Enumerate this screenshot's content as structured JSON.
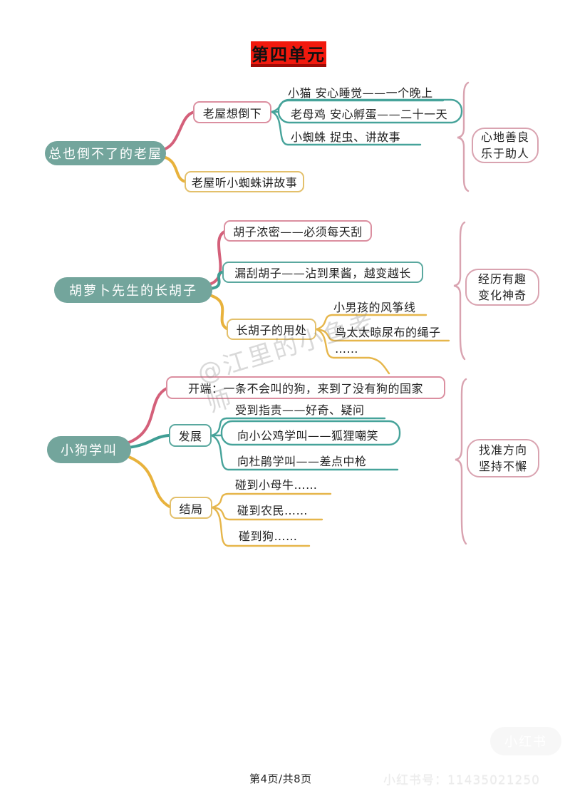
{
  "title": {
    "text": "第四单元"
  },
  "watermark": {
    "line1": "@江里的小鱼老",
    "line2": "师"
  },
  "footer": {
    "page_indicator": "第4页/共8页",
    "xhs_id": "小红书号：11435021250",
    "xhs_logo": "小红书"
  },
  "colors": {
    "title_bg": "#f2190d",
    "root_fill": "#73a59c",
    "branch_pink": "#d4607a",
    "branch_teal": "#3f9e94",
    "branch_yellow": "#e8b23c",
    "soft_pink": "#d9a3b0"
  },
  "maps": [
    {
      "root": "总也倒不了的老屋",
      "branch1": {
        "label": "老屋想倒下",
        "items": [
          "小猫  安心睡觉——一个晚上",
          "老母鸡  安心孵蛋——二十一天",
          "小蜘蛛  捉虫、讲故事"
        ]
      },
      "branch2": {
        "label": "老屋听小蜘蛛讲故事"
      },
      "takeaway": {
        "line1": "心地善良",
        "line2": "乐于助人"
      }
    },
    {
      "root": "胡萝卜先生的长胡子",
      "branch1": {
        "label": "胡子浓密——必须每天刮"
      },
      "branch2": {
        "label": "漏刮胡子——沾到果酱，越变越长"
      },
      "branch3": {
        "label": "长胡子的用处",
        "items": [
          "小男孩的风筝线",
          "鸟太太晾尿布的绳子",
          "……"
        ]
      },
      "takeaway": {
        "line1": "经历有趣",
        "line2": "变化神奇"
      }
    },
    {
      "root": "小狗学叫",
      "branch1": {
        "label": "开端：一条不会叫的狗，来到了没有狗的国家"
      },
      "branch2": {
        "label": "发展",
        "items": [
          "受到指责——好奇、疑问",
          "向小公鸡学叫——狐狸嘲笑",
          "向杜鹃学叫——差点中枪"
        ]
      },
      "branch3": {
        "label": "结局",
        "items": [
          "碰到小母牛……",
          "碰到农民……",
          "碰到狗……"
        ]
      },
      "takeaway": {
        "line1": "找准方向",
        "line2": "坚持不懈"
      }
    }
  ]
}
